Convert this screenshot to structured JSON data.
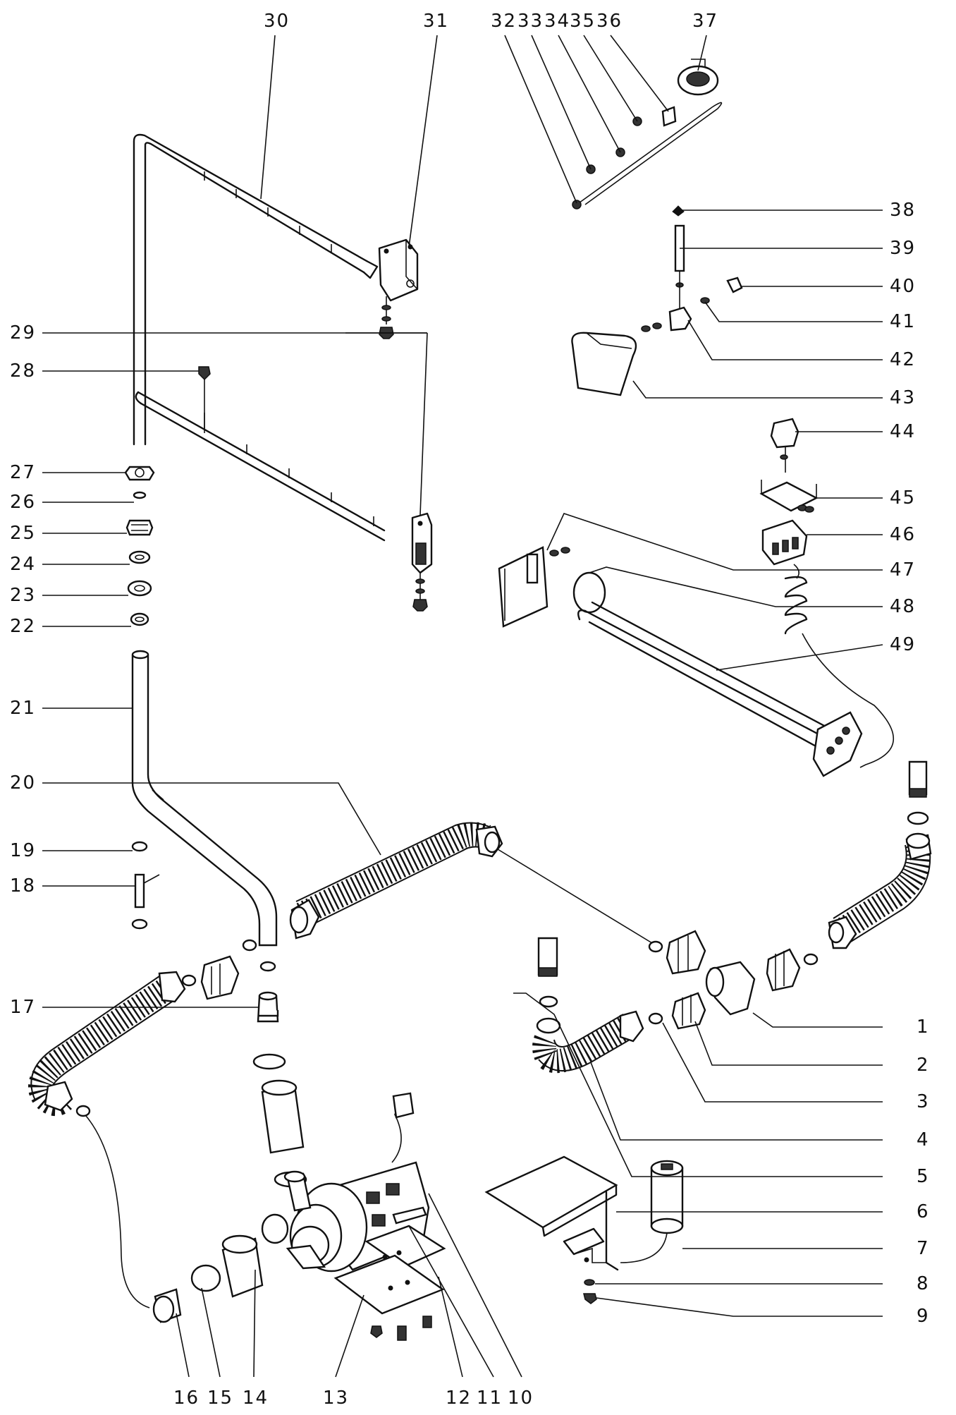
{
  "diagram": {
    "callouts": [
      "1",
      "2",
      "3",
      "4",
      "5",
      "6",
      "7",
      "8",
      "9",
      "10",
      "11",
      "12",
      "13",
      "14",
      "15",
      "16",
      "17",
      "18",
      "19",
      "20",
      "21",
      "22",
      "23",
      "24",
      "25",
      "26",
      "27",
      "28",
      "29",
      "30",
      "31",
      "32",
      "33",
      "34",
      "35",
      "36",
      "37",
      "38",
      "39",
      "40",
      "41",
      "42",
      "43",
      "44",
      "45",
      "46",
      "47",
      "48",
      "49"
    ]
  }
}
